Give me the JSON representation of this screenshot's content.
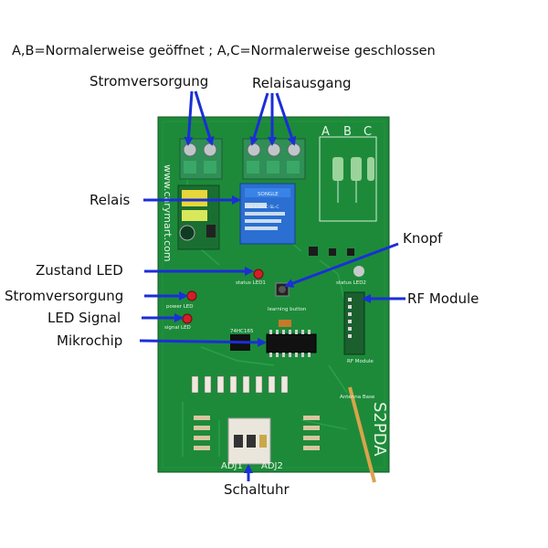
{
  "title": "A,B=Normalerweise geöffnet ; A,C=Normalerweise geschlossen",
  "labels": {
    "power_supply_top": "Stromversorgung",
    "relay_output": "Relaisausgang",
    "relay": "Relais",
    "status_led": "Zustand LED",
    "power_supply_led": "Stromversorgung",
    "led_signal": "LED Signal",
    "microchip": "Mikrochip",
    "button": "Knopf",
    "rf_module": "RF Module",
    "timer": "Schaltuhr"
  },
  "board": {
    "terminal_labels": [
      "A",
      "B",
      "C"
    ],
    "watermark": "www.carymart.com",
    "model": "S2PDA",
    "relay_brand": "SONGLE",
    "relay_model": "SRA-12VDC-SL-C",
    "silk": {
      "status_led1": "status LED1",
      "status_led2": "status LED2",
      "learning_button": "learning button",
      "power_led": "power LED",
      "signal_led": "signal LED",
      "chip": "74HC165",
      "rf_module": "RF Module",
      "antenna_base": "Antenna Base",
      "adj1": "ADJ1",
      "adj2": "ADJ2"
    }
  },
  "colors": {
    "pcb": "#1d8a3a",
    "pcb_dark": "#146b2b",
    "arrow": "#1a2fd6",
    "relay": "#2a6fd1",
    "terminal": "#2f8f56"
  }
}
